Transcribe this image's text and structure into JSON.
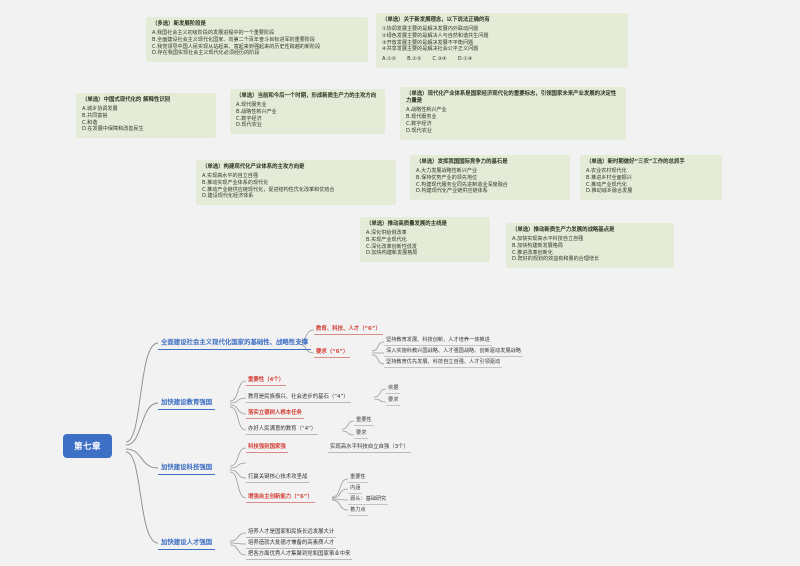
{
  "page": {
    "title": "第七章 思维导图",
    "accent_blue": "#3d6fc4",
    "accent_red": "#d4443b",
    "card_bg": "#e4ecd7",
    "page_bg": "#f2f2f2"
  },
  "quiz_cards": [
    {
      "id": "card-new-development-stage",
      "title": "（多选）新发展阶段是",
      "lines": [
        "A.我国社会主义初级阶段的发展进程中的一个重要阶段",
        "B.全面建设社会主义现代化国家、向第二个百年奋斗目标进军的重要阶段",
        "C.我党领导中国人民实现从站起来、富起来到强起来的历史性跨越的新阶段",
        "D.存在我国实现社会主义现代化必须经历的阶段"
      ],
      "options": []
    },
    {
      "id": "card-new-development-concept",
      "title": "（单选）关于新发展理念，以下说法正确的有",
      "lines": [
        "①协调发展主要的是解决发展内外联动问题",
        "②绿色发展主要的是解决人与自然和谐共生问题",
        "③开放发展主要的是解决发展不平衡问题",
        "④共享发展主要的是解决社会公平正义问题"
      ],
      "options": [
        "A.①②",
        "B.②③",
        "C.③④",
        "D.①④"
      ]
    },
    {
      "id": "card-chinese-modernization-understanding",
      "title": "（单选）中国式现代化的 解释性识别",
      "lines": [
        "A.城乡协调发展",
        "B.共同富裕",
        "C.和谐",
        "D.在发展中保障和改善民生"
      ],
      "options": []
    },
    {
      "id": "card-new-industry-main",
      "title": "（单选）当前和今后一个时期，形成新质生产力的主攻方向",
      "lines": [
        "A.现代服务业",
        "B.战略性新兴产业",
        "C.数字经济",
        "D.现代农业"
      ],
      "options": []
    },
    {
      "id": "card-modern-industry-system",
      "title": "（单选）现代化产业体系是国家经济现代化的重要标志，引领国家未来产业发展的决定性力量是",
      "lines": [
        "A.战略性新兴产业",
        "B.现代服务业",
        "C.数字经济",
        "D.现代农业"
      ],
      "options": []
    },
    {
      "id": "card-build-modern-industry",
      "title": "（单选）构建现代化产业体系的主攻方向是",
      "lines": [
        "A.实现高水平的自立自强",
        "B.推动实现产业体系的现代化",
        "C.推动产业链供应链现代化，促进结构性优化改革和优结合",
        "D.建设现代化经济体系"
      ],
      "options": []
    },
    {
      "id": "card-national-competitiveness",
      "title": "（单选）发挥我国国际竞争力的基石是",
      "lines": [
        "A.大力发展战略性新兴产业",
        "B.保持优势产业的领先地位",
        "C.构建现代服务业同先进制造业深度融合",
        "D.构建现代化产业链供应链体系"
      ],
      "options": []
    },
    {
      "id": "card-three-agriculture",
      "title": "（单选）新时期做好“三农”工作的总抓手",
      "lines": [
        "A.农业农村现代化",
        "B.推进乡村全面振兴",
        "C.推动产业现代化",
        "D.推动城乡融合发展"
      ],
      "options": []
    },
    {
      "id": "card-high-quality-development",
      "title": "（单选）推动高质量发展的主线是",
      "lines": [
        "A.深化供给侧改革",
        "B.实现产业现代化",
        "C.深化改革创新性低发",
        "D.加快构建新发展格局"
      ],
      "options": []
    },
    {
      "id": "card-new-quality-productivity",
      "title": "（单选）推动新质生产力发展的战略基点是",
      "lines": [
        "A.加快实现高水平科技自立自强",
        "B.加快构建新发展格局",
        "C.推进改革创新化",
        "D.既好的规划的效益有和量的合理增长"
      ],
      "options": []
    }
  ],
  "mindmap": {
    "root": "第七章",
    "branches": [
      {
        "label": "全面建设社会主义现代化国家的基础性、战略性支撑",
        "children": [
          {
            "label": "教育、科技、人才（“6”）",
            "style": "red",
            "children": []
          },
          {
            "label": "要求（“6”）",
            "style": "red",
            "children": [
              {
                "label": "坚持教育发展、科技创新、人才培养一体推进"
              },
              {
                "label": "深入实施科教兴国战略、人才强国战略、创新驱动发展战略"
              },
              {
                "label": "坚持教育优先发展、科技自立自强、人才引领驱动"
              }
            ]
          }
        ]
      },
      {
        "label": "加快建设教育强国",
        "children": [
          {
            "label": "重要性（4个）",
            "style": "red",
            "children": []
          },
          {
            "label": "教育是民族振兴、社会进步的基石（“4”）",
            "style": "dark",
            "children": [
              {
                "label": "依据"
              },
              {
                "label": "要求"
              }
            ]
          },
          {
            "label": "落实立德树人根本任务",
            "style": "red",
            "children": []
          },
          {
            "label": "办好人民满意的教育（“4”）",
            "style": "dark",
            "children": [
              {
                "label": "重要性"
              },
              {
                "label": "要求"
              }
            ]
          }
        ]
      },
      {
        "label": "加快建设科技强国",
        "children": [
          {
            "label": "科技强则国家强",
            "style": "red",
            "children": []
          },
          {
            "label": "实现高水平科技自立自强（3个）",
            "style": "dark",
            "children": []
          },
          {
            "label": "打赢关键核心技术攻坚战",
            "style": "dark",
            "children": []
          },
          {
            "label": "增强自主创新能力（“6”）",
            "style": "red",
            "children": [
              {
                "label": "重要性"
              },
              {
                "label": "内涵"
              },
              {
                "label": "源头：基础研究"
              },
              {
                "label": "着力点"
              }
            ]
          }
        ]
      },
      {
        "label": "加快建设人才强国",
        "children": [
          {
            "label": "培养人才是国家和民族长远发展大计",
            "style": "dark",
            "children": []
          },
          {
            "label": "培养造就大批德才兼备的高素质人才",
            "style": "dark",
            "children": []
          },
          {
            "label": "把各方面优秀人才集聚到党和国家事业中来",
            "style": "dark",
            "children": []
          }
        ]
      }
    ]
  }
}
